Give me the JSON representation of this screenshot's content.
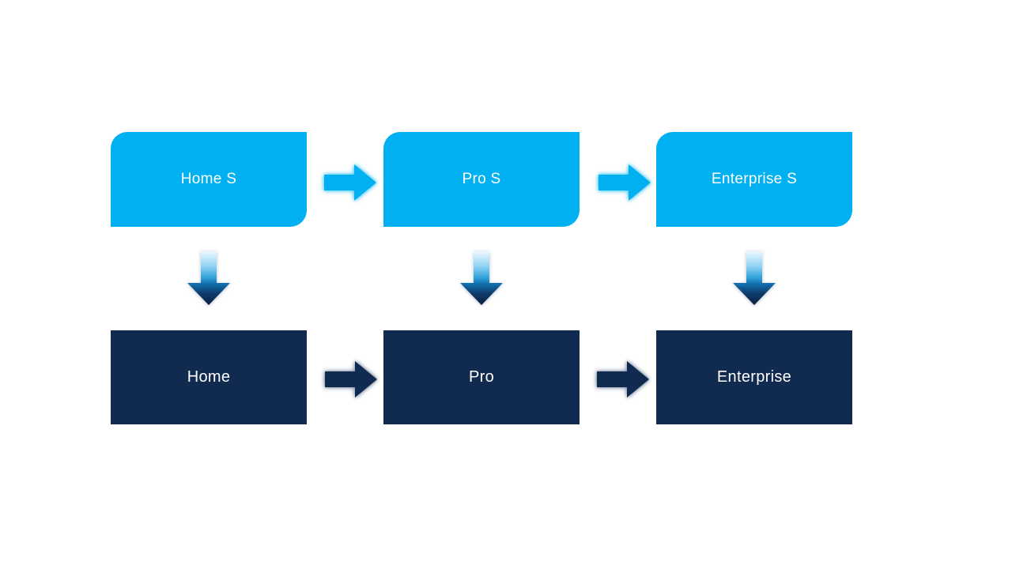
{
  "slide": {
    "background_color": "#FFFFFF",
    "colors": {
      "light_blue": "#00B0F0",
      "dark_navy": "#112A4F",
      "text": "#FFFFFF",
      "light_arrow_glow": "rgba(0,176,240,0.55)",
      "dark_arrow_glow": "rgba(30,58,102,0.45)",
      "down_gradient": [
        "#ECF8FF",
        "#8ED2F3",
        "#2F9FD9",
        "#1272B0",
        "#0E3C6C",
        "#0A1F3E"
      ]
    },
    "top_row": {
      "boxes": [
        {
          "label": "Home S"
        },
        {
          "label": "Pro S"
        },
        {
          "label": "Enterprise S"
        }
      ]
    },
    "bottom_row": {
      "boxes": [
        {
          "label": "Home"
        },
        {
          "label": "Pro"
        },
        {
          "label": "Enterprise"
        }
      ]
    },
    "icons": {
      "horizontal_connector": "right-arrow-icon",
      "vertical_connector": "down-arrow-icon"
    }
  }
}
